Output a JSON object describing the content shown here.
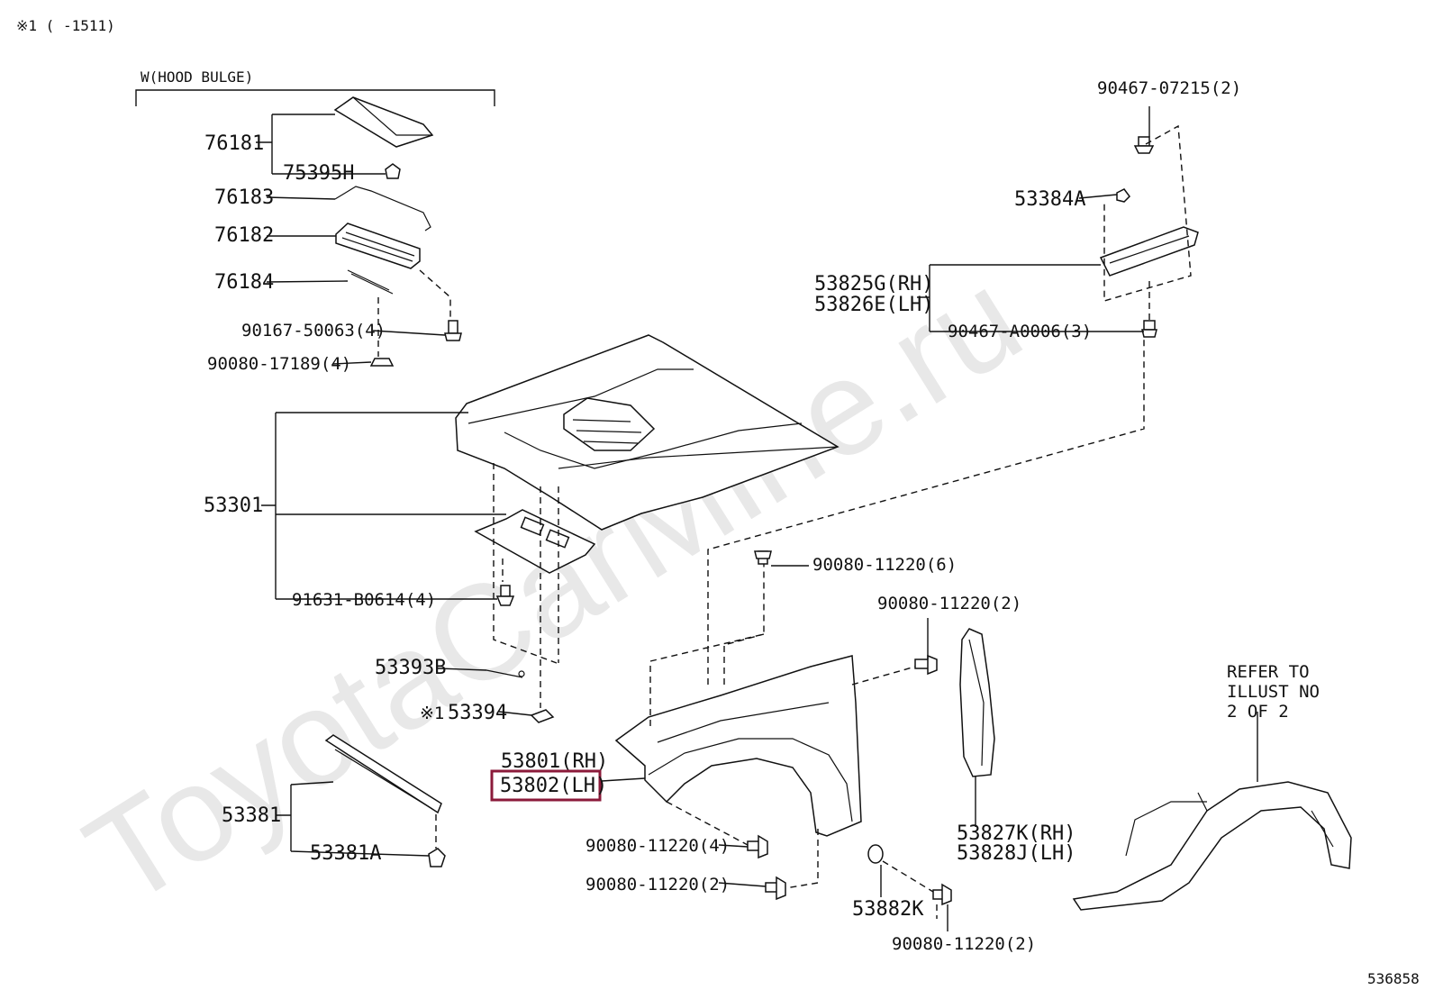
{
  "header_note": "※1 (      -1511)",
  "watermark": "ToyotaCarMine.ru",
  "group_hood_bulge": "W(HOOD BULGE)",
  "diagram_id": "536858",
  "refer_note": [
    "REFER TO",
    "ILLUST NO",
    "2 OF 2"
  ],
  "footnote_mark": "※1",
  "highlight_color": "#8b1a3a",
  "labels": {
    "p76181": "76181",
    "p75395H": "75395H",
    "p76183": "76183",
    "p76182": "76182",
    "p76184": "76184",
    "p90167": "90167-50063(4)",
    "p90080_17189": "90080-17189(4)",
    "p53301": "53301",
    "p91631": "91631-B0614(4)",
    "p53393B": "53393B",
    "p53394": "53394",
    "p53381": "53381",
    "p53381A": "53381A",
    "p53801": "53801(RH)",
    "p53802": "53802(LH)",
    "p90080_4": "90080-11220(4)",
    "p90080_2a": "90080-11220(2)",
    "p90080_6": "90080-11220(6)",
    "p90080_2b": "90080-11220(2)",
    "p90080_2c": "90080-11220(2)",
    "p53882K": "53882K",
    "p53827K": "53827K(RH)",
    "p53828J": "53828J(LH)",
    "p90467_07215": "90467-07215(2)",
    "p53384A": "53384A",
    "p53825G": "53825G(RH)",
    "p53826E": "53826E(LH)",
    "p90467_A0006": "90467-A0006(3)"
  }
}
